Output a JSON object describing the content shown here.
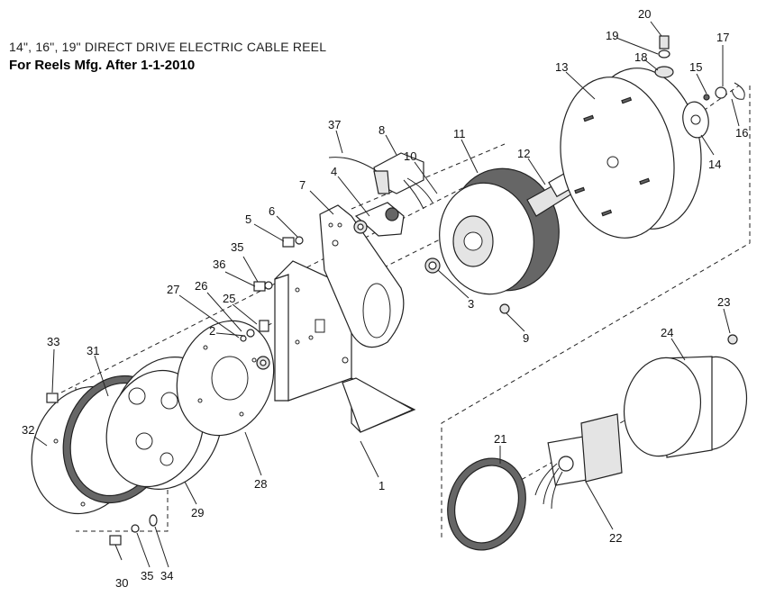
{
  "title": "14\", 16\", 19\" DIRECT DRIVE ELECTRIC CABLE REEL",
  "subtitle": "For Reels Mfg. After 1-1-2010",
  "callouts": [
    "1",
    "2",
    "3",
    "4",
    "5",
    "6",
    "7",
    "8",
    "9",
    "10",
    "11",
    "12",
    "13",
    "14",
    "15",
    "16",
    "17",
    "18",
    "19",
    "20",
    "21",
    "22",
    "23",
    "24",
    "25",
    "26",
    "27",
    "28",
    "29",
    "30",
    "31",
    "32",
    "33",
    "34",
    "35",
    "35",
    "36",
    "37"
  ]
}
